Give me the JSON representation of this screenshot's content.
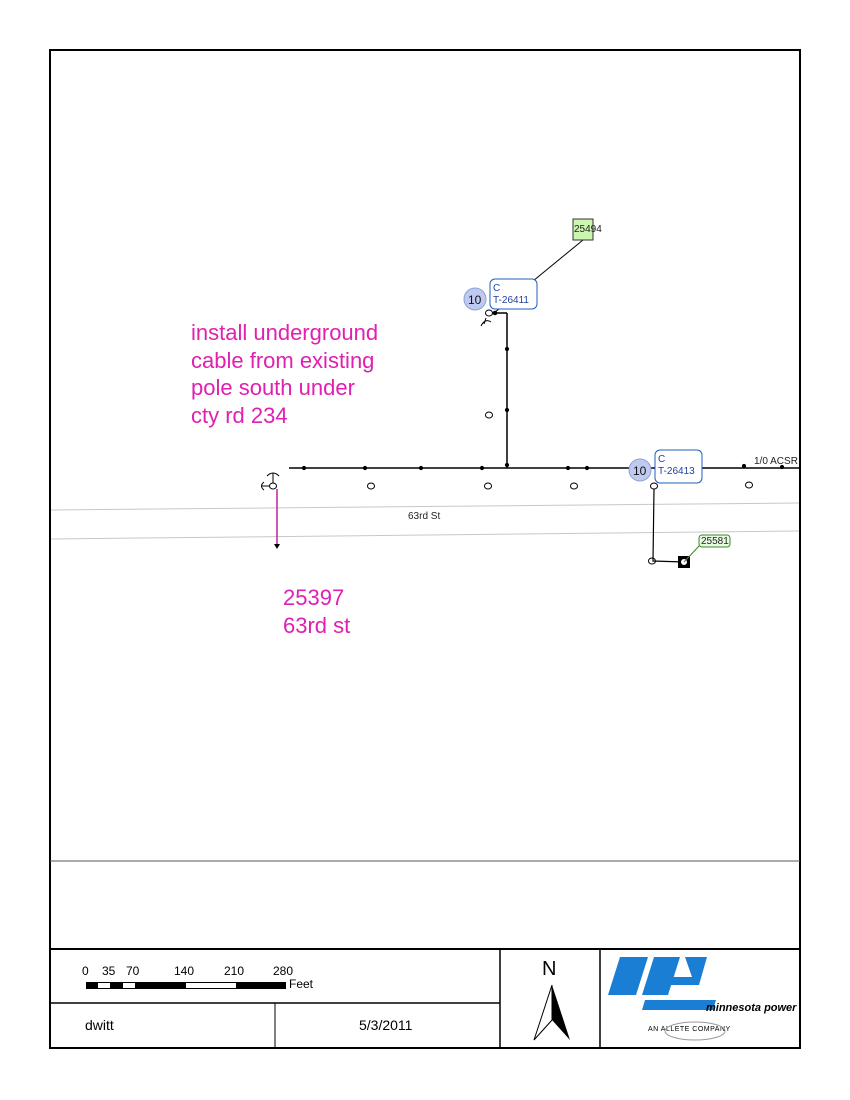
{
  "map": {
    "note_lines": [
      "install underground",
      "cable from existing",
      "pole south under",
      "cty rd 234"
    ],
    "location_lines": [
      "25397",
      "63rd st"
    ],
    "street_label": "63rd St",
    "conductor_label": "1/0 ACSR",
    "transformers": [
      {
        "phase": "C",
        "id": "T-26411",
        "kva": "10"
      },
      {
        "phase": "C",
        "id": "T-26413",
        "kva": "10"
      }
    ],
    "meter_labels": [
      "25494",
      "25581"
    ]
  },
  "title_block": {
    "scale_ticks": [
      "0",
      "35",
      "70",
      "140",
      "210",
      "280"
    ],
    "scale_unit": "Feet",
    "author": "dwitt",
    "date": "5/3/2011",
    "north_label": "N",
    "logo_name": "minnesota power",
    "logo_tagline": "AN ALLETE COMPANY"
  },
  "colors": {
    "note": "#e020b0",
    "transformer": "#1f5fbf",
    "transformer_fill": "#bfcaf0",
    "meter_fill": "#ccf5b0",
    "logo": "#1a7fd4"
  }
}
